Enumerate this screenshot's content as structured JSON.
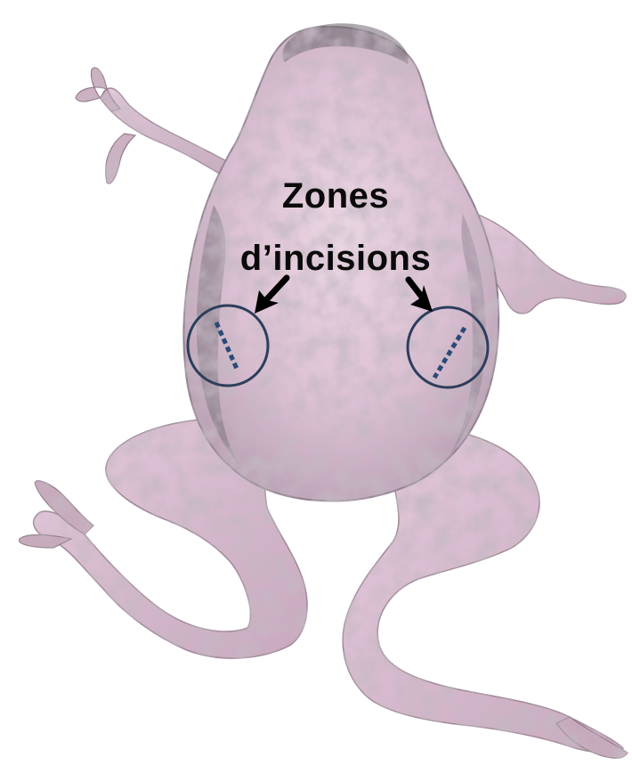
{
  "annotation": {
    "line1": "Zones",
    "line2": "d’incisions"
  },
  "colors": {
    "background": "#ffffff",
    "frog_skin_light": "#e2c9da",
    "frog_skin_mid": "#c9a9bf",
    "frog_skin_dark": "#8d7e8a",
    "frog_skin_shadow": "#6e6a70",
    "marker_circle": "#2c3e5c",
    "incision_dash": "#2a4a78",
    "arrow": "#000000",
    "label_text": "#0a0a0a"
  },
  "icons": {
    "subject": "frog-ventral-view",
    "markers": "incision-circle",
    "pointers": "arrow-icon"
  }
}
